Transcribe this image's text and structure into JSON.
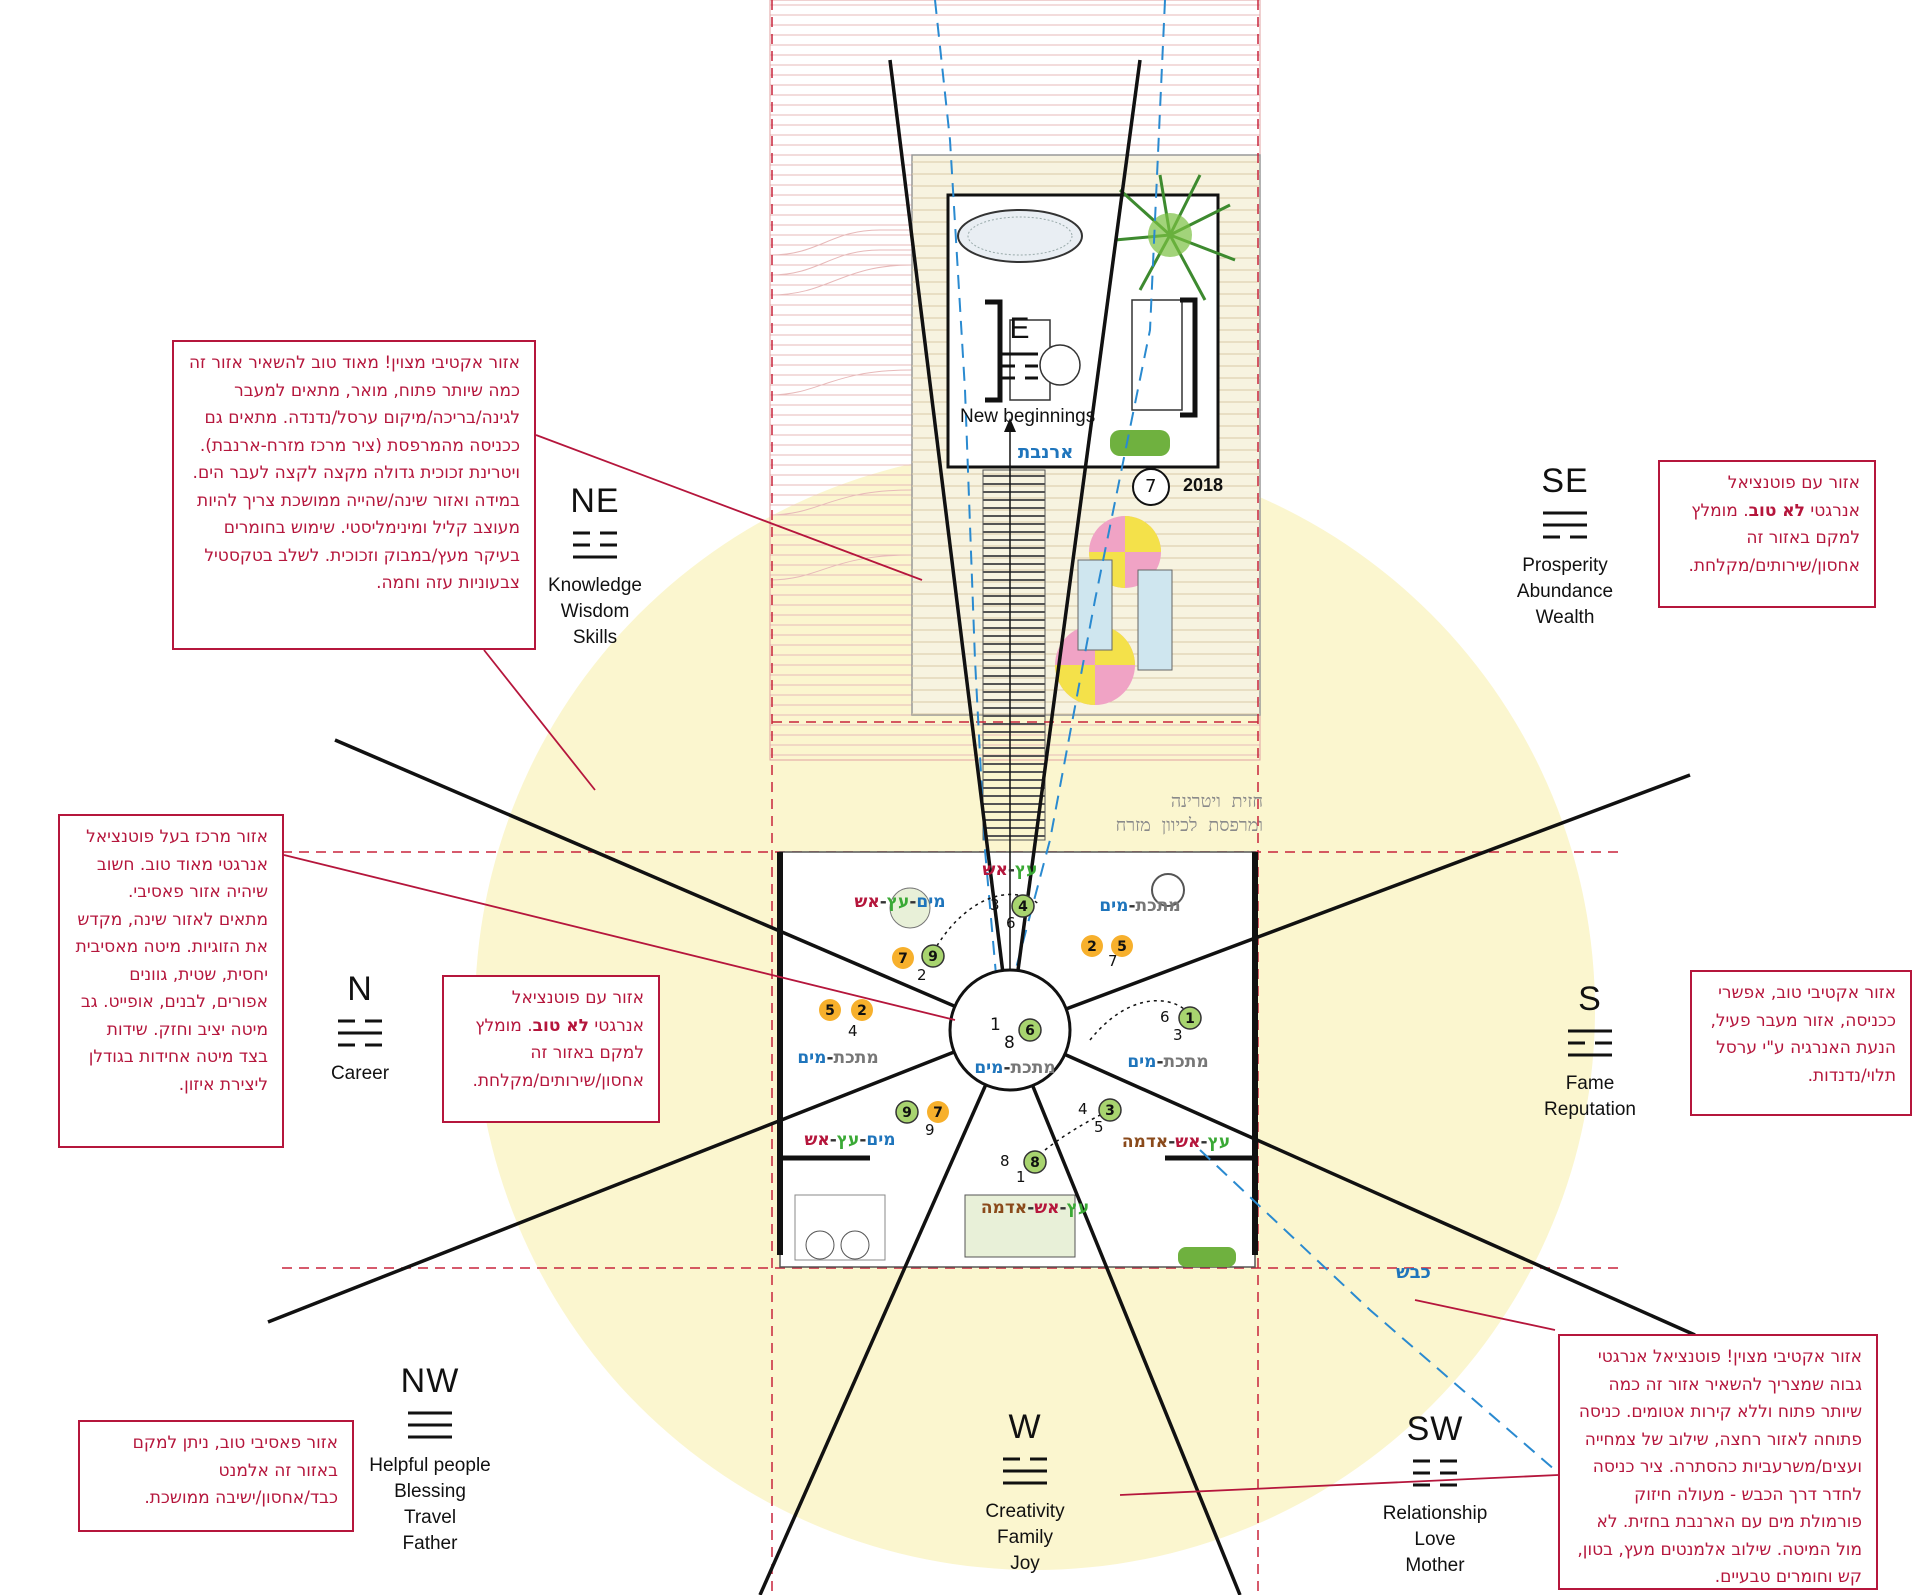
{
  "zones": {
    "ne": {
      "code": "NE",
      "lines": [
        "Knowledge",
        "Wisdom",
        "Skills"
      ]
    },
    "se": {
      "code": "SE",
      "lines": [
        "Prosperity",
        "Abundance",
        "Wealth"
      ]
    },
    "n": {
      "code": "N",
      "lines": [
        "Career"
      ]
    },
    "s": {
      "code": "S",
      "lines": [
        "Fame",
        "Reputation"
      ]
    },
    "nw": {
      "code": "NW",
      "lines": [
        "Helpful people",
        "Blessing",
        "Travel",
        "Father"
      ]
    },
    "w": {
      "code": "W",
      "lines": [
        "Creativity",
        "Family",
        "Joy"
      ]
    },
    "sw": {
      "code": "SW",
      "lines": [
        "Relationship",
        "Love",
        "Mother"
      ]
    },
    "e": {
      "code": "E",
      "label": "New beginnings"
    }
  },
  "notes": {
    "ne": "אזור אקטיבי מצוין! מאוד טוב להשאיר אזור זה כמה שיותר פתוח, מואר, מתאים למעבר לגינה/בריכה/מיקום ערסל/נדנדה. מתאים גם ככניסה מהמרפסת (ציר מרכז מזרח-ארנבת). ויטרינת זכוכית גדולה מקצה לקצה לעבר הים. במידה ואזור שינה/שהייה ממושכת צריך להיות מעוצב קליל ומינימליסטי. שימוש בחומרים בעיקר מעץ/במבוק וזכוכית. לשלב בטקסטיל צבעוניות עזה וחמה.",
    "se_a": "אזור עם פוטנציאל אנרגטי",
    "se_b": "לא טוב",
    "se_c": ". מומלץ למקם באזור זה אחסון/שירותים/מקלחת.",
    "center": "אזור מרכז בעל פוטנציאל אנרגטי מאוד טוב. חשוב שיהיה אזור פאסיבי. מתאים לאזור שינה, מקדש את הזוגיות. מיטה מאסיבית יחסית, שטית, גוונים אפורים, לבנים, אופייט. גב מיטה יציב וחזק. שידות בצד מיטה אחידות בגודלן ליצירת איזון.",
    "mid_a": "אזור עם פוטנציאל אנרגטי",
    "mid_b": "לא טוב",
    "mid_c": ". מומלץ למקם באזור זה אחסון/שירותים/מקלחת.",
    "s": "אזור אקטיבי טוב, אפשרי ככניסה, אזור מעבר פעיל, הנעת האנרגיה ע\"י ערסל תלוי/נדנדות.",
    "nw": "אזור פאסיבי טוב, ניתן למקם באזור זה אלמנט כבד/אחסון/ישיבה ממושכת.",
    "sw": "אזור אקטיבי מצוין! פוטנציאל אנרגטי גבוה שמצריך להשאיר אזור זה כמה שיותר פתוח וללא קירות אטומים. כניסה פתוחה לאזור רחצה, שילוב של צמחייה ועצים/משרעביות כהסתרה. ציר כניסה לחדר דרך הכבש - מעולה חיזוק פורמולת מים עם הארנבת בחזית. לא מול המיטה. שילוב אלמנטים מעץ, בטון, קש וחומרים טבעיים."
  },
  "plan": {
    "arnevet": "ארנבת",
    "kevesh": "כבש",
    "year": "2018",
    "year_star": "7",
    "vitrina_1": "חזית ויטרינה",
    "vitrina_2": "ומרפסת לכיוון מזרח",
    "center_nums": [
      "1",
      "8"
    ],
    "center_star": "6",
    "elements": {
      "top": [
        {
          "t": "עץ",
          "c": "green"
        },
        {
          "t": "-",
          "c": "dark"
        },
        {
          "t": "אש",
          "c": "red"
        }
      ],
      "ne": [
        {
          "t": "מים",
          "c": "blue"
        },
        {
          "t": "-",
          "c": "dark"
        },
        {
          "t": "עץ",
          "c": "green"
        },
        {
          "t": "-",
          "c": "dark"
        },
        {
          "t": "אש",
          "c": "red"
        }
      ],
      "se": [
        {
          "t": "מתכת",
          "c": "gray"
        },
        {
          "t": "-",
          "c": "dark"
        },
        {
          "t": "מים",
          "c": "blue"
        }
      ],
      "n": [
        {
          "t": "מתכת",
          "c": "gray"
        },
        {
          "t": "-",
          "c": "dark"
        },
        {
          "t": "מים",
          "c": "blue"
        }
      ],
      "c": [
        {
          "t": "מתכת",
          "c": "gray"
        },
        {
          "t": "-",
          "c": "dark"
        },
        {
          "t": "מים",
          "c": "blue"
        }
      ],
      "s": [
        {
          "t": "מתכת",
          "c": "gray"
        },
        {
          "t": "-",
          "c": "dark"
        },
        {
          "t": "מים",
          "c": "blue"
        }
      ],
      "nw": [
        {
          "t": "מים",
          "c": "blue"
        },
        {
          "t": "-",
          "c": "dark"
        },
        {
          "t": "עץ",
          "c": "green"
        },
        {
          "t": "-",
          "c": "dark"
        },
        {
          "t": "אש",
          "c": "red"
        }
      ],
      "sw": [
        {
          "t": "עץ",
          "c": "green"
        },
        {
          "t": "-",
          "c": "dark"
        },
        {
          "t": "אש",
          "c": "red"
        },
        {
          "t": "-",
          "c": "dark"
        },
        {
          "t": "אדמה",
          "c": "brown"
        }
      ],
      "w": [
        {
          "t": "עץ",
          "c": "green"
        },
        {
          "t": "-",
          "c": "dark"
        },
        {
          "t": "אש",
          "c": "red"
        },
        {
          "t": "-",
          "c": "dark"
        },
        {
          "t": "אדמה",
          "c": "brown"
        }
      ]
    },
    "stars": [
      {
        "n": "4",
        "kind": "green"
      },
      {
        "n": "9",
        "kind": "green"
      },
      {
        "n": "7",
        "kind": "orange"
      },
      {
        "n": "2",
        "kind": "orange"
      },
      {
        "n": "5",
        "kind": "orange"
      },
      {
        "n": "5",
        "kind": "orange"
      },
      {
        "n": "2",
        "kind": "orange"
      },
      {
        "n": "1",
        "kind": "green"
      },
      {
        "n": "9",
        "kind": "green"
      },
      {
        "n": "7",
        "kind": "orange"
      },
      {
        "n": "3",
        "kind": "green"
      },
      {
        "n": "8",
        "kind": "green"
      }
    ],
    "small_nums": [
      "3",
      "6",
      "2",
      "7",
      "4",
      "6",
      "3",
      "9",
      "4",
      "5",
      "8",
      "1"
    ]
  },
  "colors": {
    "red": "#b5163c",
    "green": "#3aa935",
    "blue": "#1f75bc",
    "gray": "#777777",
    "brown": "#8a4a1b",
    "dark": "#333333",
    "star_green": "#a8d46f",
    "star_orange": "#f7b02c",
    "glow": "#fbf6cf",
    "plan_line": "#cfa0a0"
  }
}
